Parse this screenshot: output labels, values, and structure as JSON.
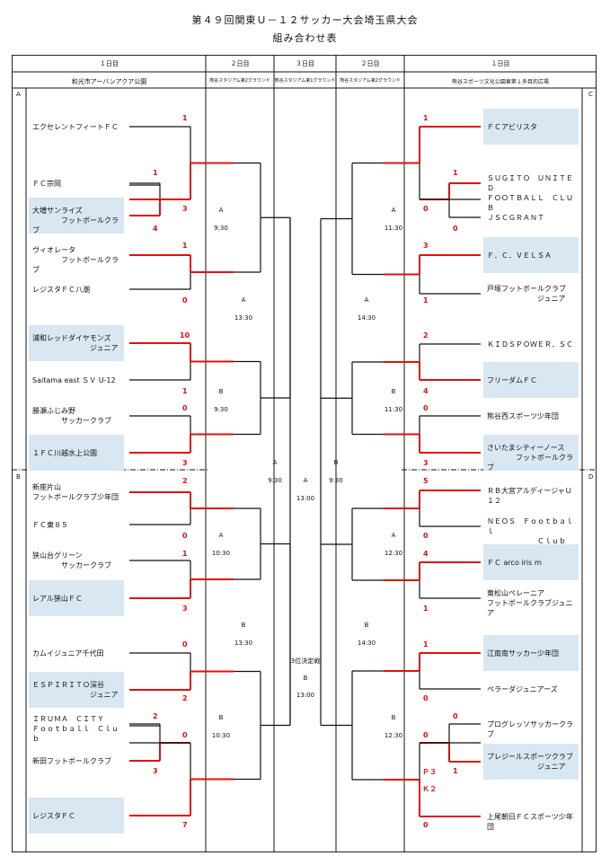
{
  "title": "第４９回関東Ｕ－１２サッカー大会埼玉県大会",
  "subtitle": "組み合わせ表",
  "header": {
    "days": [
      "１日目",
      "２日目",
      "３日目",
      "２日目",
      "１日目"
    ],
    "venues": [
      "和光市アーバンアクア公園",
      "熊谷スタジアム第2グラウンド",
      "熊谷スタジアム第1グラウンド",
      "熊谷スタジアム第2グラウンド",
      "熊谷スポーツ文化公園東第１多目的広場"
    ]
  },
  "blocks": {
    "a": "A",
    "b": "B",
    "c": "C",
    "d": "D"
  },
  "left_teams": [
    {
      "name": "エクセレントフィートＦＣ",
      "score": "1"
    },
    {
      "name": "ＦＣ宗岡",
      "score": "1"
    },
    {
      "name": "大増サンライズ\n　　　　フットボールクラブ",
      "score": "4"
    },
    {
      "name": "ヴィオレータ\n　　　　フットボールクラブ",
      "score": "1"
    },
    {
      "name": "レジスタＦＣ八潮",
      "score": "0"
    },
    {
      "name": "浦和レッドダイヤモンズ\n　　　　　　　　ジュニア",
      "score": "10"
    },
    {
      "name": "Saitama east ＳＶ U-12",
      "score": "1"
    },
    {
      "name": "勝瀬ふじみ野\n　　　　サッカークラブ",
      "score": "0"
    },
    {
      "name": "１ＦＣ川越水上公園",
      "score": "3"
    },
    {
      "name": "新座片山\nフットボールクラブ少年団",
      "score": "2"
    },
    {
      "name": "ＦＣ東８５",
      "score": "0"
    },
    {
      "name": "狭山台グリーン\n　　　　サッカークラブ",
      "score": "1"
    },
    {
      "name": "レアル狭山ＦＣ",
      "score": "3"
    },
    {
      "name": "カムイジュニア千代田",
      "score": "0"
    },
    {
      "name": "ＥＳＰＩＲＩＴＯ深谷\n　　　　　　　　ジュニア",
      "score": "2"
    },
    {
      "name": "ＩＲＵＭＡ　ＣＩＴＹ\nＦｏｏｔｂａｌｌ　Ｃｌｕｂ",
      "score": "2"
    },
    {
      "name": "新田フットボールクラブ",
      "score": "3"
    },
    {
      "name": "レジスタＦＣ",
      "score": "7"
    }
  ],
  "left_r1_scores": [
    "3",
    "0"
  ],
  "right_teams": [
    {
      "name": "ＦＣアビリスタ",
      "score": "1"
    },
    {
      "name": "ＳＵＧＩＴＯ　ＵＮＩＴＥＤ\nＦＯＯＴＢＡＬＬ　ＣＬＵＢ",
      "score": "1"
    },
    {
      "name": "ＪＳＣＧＲＡＮＴ",
      "score": "0"
    },
    {
      "name": "Ｆ．Ｃ．ＶＥＬＳＡ",
      "score": "3"
    },
    {
      "name": "戸塚フットボールクラブ\n　　　　　　　ジュニア",
      "score": "1"
    },
    {
      "name": "ＫＩＤＳＰＯＷＥＲ．ＳＣ",
      "score": "2"
    },
    {
      "name": "フリーダムＦＣ",
      "score": "4"
    },
    {
      "name": "熊谷西スポーツ少年団",
      "score": "0"
    },
    {
      "name": "さいたまシティーノース\n　　　　フットボールクラブ",
      "score": "3"
    },
    {
      "name": "ＲＢ大宮アルディージャＵ１２",
      "score": "5"
    },
    {
      "name": "ＮＥＯＳ　Ｆｏｏｔｂａｌｌ\n　　　　　　　Ｃｌｕｂ",
      "score": "0"
    },
    {
      "name": "ＦＣ arco iris ｍ",
      "score": "4"
    },
    {
      "name": "東松山ペレーニア\nフットボールクラブジュニア",
      "score": "1"
    },
    {
      "name": "江南南サッカー少年団",
      "score": "1"
    },
    {
      "name": "ペラーダジュニアーズ",
      "score": "0"
    },
    {
      "name": "プログレッソサッカークラブ",
      "score": "0"
    },
    {
      "name": "プレジールスポーツクラブ\n　　　　　　　ジュニア",
      "score": "1"
    },
    {
      "name": "上尾朝日ＦＣスポーツ少年団",
      "score": "0"
    }
  ],
  "right_r1_scores": [
    "0",
    "0"
  ],
  "pk": {
    "p": "Ｐ３",
    "k": "Ｋ２"
  },
  "matches": {
    "l_a1": {
      "label": "A",
      "time": "9:30"
    },
    "l_b1": {
      "label": "B",
      "time": "9:30"
    },
    "l_a2": {
      "label": "A",
      "time": "10:30"
    },
    "l_b2": {
      "label": "B",
      "time": "10:30"
    },
    "l_a_semi": {
      "label": "A",
      "time": "13:30"
    },
    "l_b_semi": {
      "label": "B",
      "time": "13:30"
    },
    "l_final": {
      "label": "A",
      "time": "9:30"
    },
    "r_a1": {
      "label": "A",
      "time": "11:30"
    },
    "r_b1": {
      "label": "B",
      "time": "11:30"
    },
    "r_a2": {
      "label": "A",
      "time": "12:30"
    },
    "r_b2": {
      "label": "B",
      "time": "12:30"
    },
    "r_a_semi": {
      "label": "A",
      "time": "14:30"
    },
    "r_b_semi": {
      "label": "B",
      "time": "14:30"
    },
    "r_final": {
      "label": "B",
      "time": "9:30"
    },
    "final": {
      "label": "A",
      "time": "13:00"
    },
    "third": {
      "label": "3位決定戦",
      "sub": "B",
      "time": "13:00"
    }
  },
  "colors": {
    "win_line": "#e01010",
    "lose_line": "#111111",
    "highlight": "#d9e7f3"
  }
}
